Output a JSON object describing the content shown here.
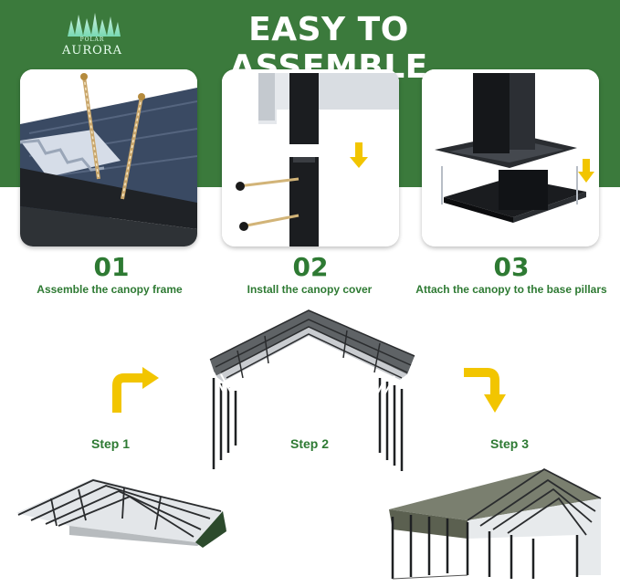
{
  "brand": {
    "small": "POLAR",
    "name": "AURORA"
  },
  "title": "EASY TO ASSEMBLE",
  "steps": [
    {
      "number": "01",
      "caption": "Assemble the canopy frame"
    },
    {
      "number": "02",
      "caption": "Install the canopy cover"
    },
    {
      "number": "03",
      "caption": "Attach the canopy to the base pillars"
    }
  ],
  "labels": {
    "step1": "Step 1",
    "step2": "Step 2",
    "step3": "Step 3"
  },
  "colors": {
    "banner": "#3b7a3c",
    "text_green": "#2e7a33",
    "arrow": "#f2c500"
  }
}
